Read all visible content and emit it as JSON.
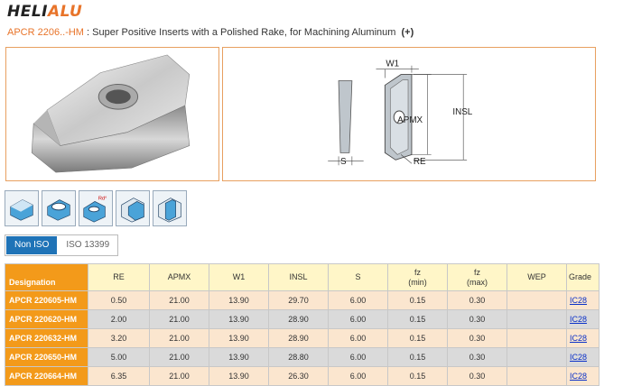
{
  "brand": {
    "part1": "HELI",
    "part2": "ALU"
  },
  "product": {
    "code": "APCR 2206..-HM",
    "description": " : Super Positive Inserts with a Polished Rake, for Machining Aluminum",
    "expand_symbol": "(+)"
  },
  "drawing_labels": {
    "w1": "W1",
    "apmx": "APMX",
    "insl": "INSL",
    "s": "S",
    "re": "RE"
  },
  "figure_icons": [
    "cutting-position-1-icon",
    "cutting-position-2-icon",
    "corner-radius-icon",
    "shoulder-milling-icon",
    "slotting-icon"
  ],
  "figure_marks": {
    "rd": "Rd°"
  },
  "tabs": [
    "Non ISO",
    "ISO 13399"
  ],
  "table": {
    "headers": [
      "Designation",
      "RE",
      "APMX",
      "W1",
      "INSL",
      "S",
      "fz\n(min)",
      "fz\n(max)",
      "WEP",
      "Grade"
    ],
    "rows": [
      {
        "designation": "APCR 220605-HM",
        "re": "0.50",
        "apmx": "21.00",
        "w1": "13.90",
        "insl": "29.70",
        "s": "6.00",
        "fzmin": "0.15",
        "fzmax": "0.30",
        "wep": "",
        "grade": "IC28"
      },
      {
        "designation": "APCR 220620-HM",
        "re": "2.00",
        "apmx": "21.00",
        "w1": "13.90",
        "insl": "28.90",
        "s": "6.00",
        "fzmin": "0.15",
        "fzmax": "0.30",
        "wep": "",
        "grade": "IC28"
      },
      {
        "designation": "APCR 220632-HM",
        "re": "3.20",
        "apmx": "21.00",
        "w1": "13.90",
        "insl": "28.90",
        "s": "6.00",
        "fzmin": "0.15",
        "fzmax": "0.30",
        "wep": "",
        "grade": "IC28"
      },
      {
        "designation": "APCR 220650-HM",
        "re": "5.00",
        "apmx": "21.00",
        "w1": "13.90",
        "insl": "28.80",
        "s": "6.00",
        "fzmin": "0.15",
        "fzmax": "0.30",
        "wep": "",
        "grade": "IC28"
      },
      {
        "designation": "APCR 220664-HM",
        "re": "6.35",
        "apmx": "21.00",
        "w1": "13.90",
        "insl": "26.30",
        "s": "6.00",
        "fzmin": "0.15",
        "fzmax": "0.30",
        "wep": "",
        "grade": "IC28"
      }
    ]
  },
  "colors": {
    "accent": "#f39a1a",
    "link": "#0a30c8",
    "active_tab": "#1f73b7",
    "header_bg": "#fff6c8"
  }
}
